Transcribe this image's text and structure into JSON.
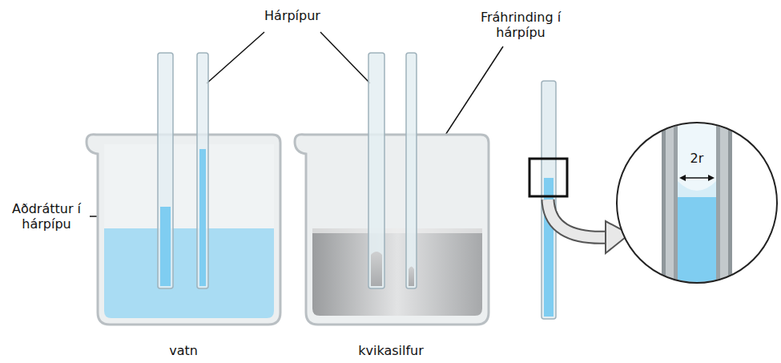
{
  "diagram": {
    "labels": [
      "Hárpípur",
      "Fráhrinding í hárpípu",
      "Aðdráttur í hárpípu",
      "2r",
      "vatn",
      "kvikasilfur"
    ]
  }
}
